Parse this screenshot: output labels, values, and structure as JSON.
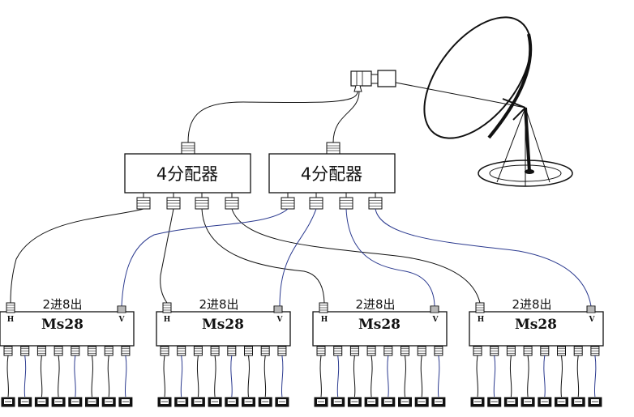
{
  "dish": {
    "name": "satellite-dish"
  },
  "lnb": {
    "name": "lnb"
  },
  "splitters": [
    {
      "label": "4分配器"
    },
    {
      "label": "4分配器"
    }
  ],
  "multiswitches": [
    {
      "io_label": "2进8出",
      "model": "Ms28",
      "h_label": "H",
      "v_label": "V"
    },
    {
      "io_label": "2进8出",
      "model": "Ms28",
      "h_label": "H",
      "v_label": "V"
    },
    {
      "io_label": "2进8出",
      "model": "Ms28",
      "h_label": "H",
      "v_label": "V"
    },
    {
      "io_label": "2进8出",
      "model": "Ms28",
      "h_label": "H",
      "v_label": "V"
    }
  ],
  "outputs_per_switch": 8,
  "colors": {
    "line": "#111111",
    "blue_cable": "#2b3a8f",
    "background": "#ffffff"
  }
}
